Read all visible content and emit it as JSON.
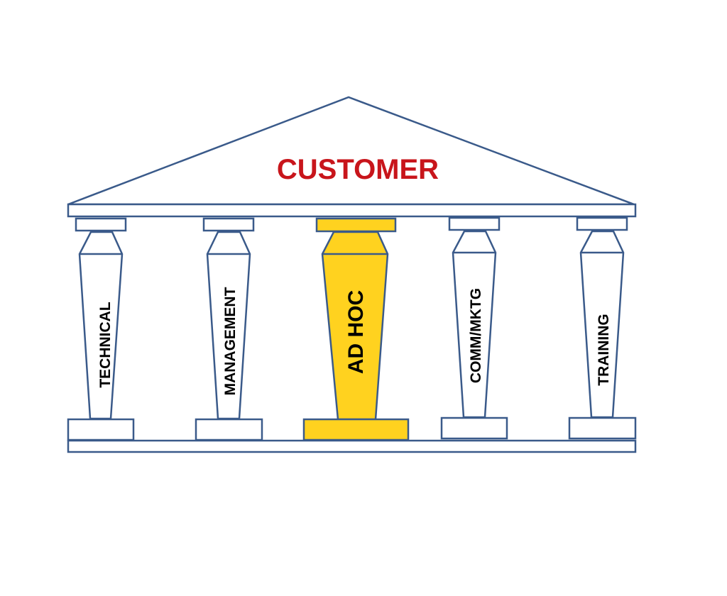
{
  "colors": {
    "outline": "#3a5a8a",
    "fill": "#ffffff",
    "highlight": "#ffd21f",
    "title": "#c8151b",
    "text": "#000000"
  },
  "roof": {
    "label": "CUSTOMER"
  },
  "pillars": [
    {
      "label": "TECHNICAL",
      "highlighted": false
    },
    {
      "label": "MANAGEMENT",
      "highlighted": false
    },
    {
      "label": "AD HOC",
      "highlighted": true
    },
    {
      "label": "COMM/MKTG",
      "highlighted": false
    },
    {
      "label": "TRAINING",
      "highlighted": false
    }
  ]
}
